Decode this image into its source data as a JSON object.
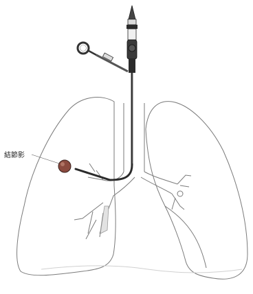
{
  "annotation": {
    "label": "結節影"
  },
  "colors": {
    "outline": "#7a7a7a",
    "scope": "#2b2b2b",
    "lesion": "#8a4a3e",
    "pleura": "#d0d0d0"
  },
  "icons": {
    "scope_tip": "cone",
    "handle_ring": "ring"
  }
}
